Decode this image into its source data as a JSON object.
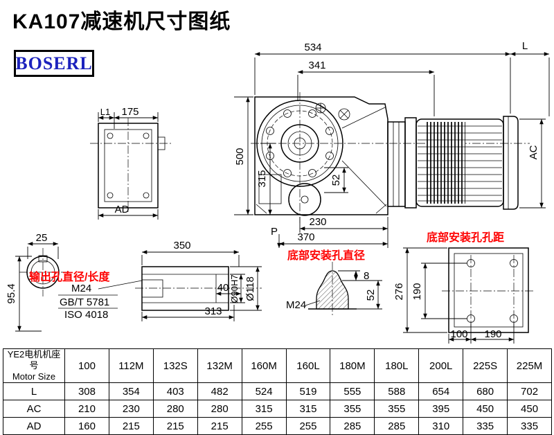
{
  "page": {
    "title": "KA107减速机尺寸图纸",
    "logo": "BOSERL"
  },
  "annotations": {
    "output_hole": "输出孔直径/长度",
    "bottom_hole_diameter": "底部安装孔直径",
    "bottom_hole_spacing": "底部安装孔孔距"
  },
  "labels": {
    "main": {
      "d534": "534",
      "L": "L",
      "d341": "341",
      "d500": "500",
      "d315": "315",
      "d52": "52",
      "d230": "230",
      "d370": "370",
      "P": "P",
      "AC": "AC"
    },
    "side": {
      "L1": "L1",
      "d175": "175",
      "AD": "AD"
    },
    "shaft_end": {
      "d25": "25",
      "d95_4": "95.4"
    },
    "output_shaft": {
      "d350": "350",
      "d40": "40",
      "d313": "313",
      "dia90": "Ø90H7",
      "dia118": "Ø118",
      "m24": "M24",
      "gb": "GB/T 5781",
      "iso": "ISO 4018"
    },
    "bolt": {
      "d8": "8",
      "d52": "52",
      "m24": "M24"
    },
    "bottom": {
      "d276": "276",
      "d190v": "190",
      "d100": "100",
      "d190h": "190"
    }
  },
  "table": {
    "header_cn": "YE2电机机座号",
    "header_en": "Motor Size",
    "sizes": [
      "100",
      "112M",
      "132S",
      "132M",
      "160M",
      "160L",
      "180M",
      "180L",
      "200L",
      "225S",
      "225M"
    ],
    "rows": [
      {
        "label": "L",
        "values": [
          "308",
          "354",
          "403",
          "482",
          "524",
          "519",
          "555",
          "588",
          "654",
          "680",
          "702"
        ]
      },
      {
        "label": "AC",
        "values": [
          "210",
          "230",
          "280",
          "280",
          "315",
          "315",
          "355",
          "355",
          "395",
          "450",
          "450"
        ]
      },
      {
        "label": "AD",
        "values": [
          "160",
          "215",
          "215",
          "215",
          "255",
          "255",
          "285",
          "285",
          "310",
          "335",
          "335"
        ]
      }
    ]
  },
  "colors": {
    "accent_red": "#fe0000",
    "logo_blue": "#1c22bd",
    "line": "#000000"
  }
}
